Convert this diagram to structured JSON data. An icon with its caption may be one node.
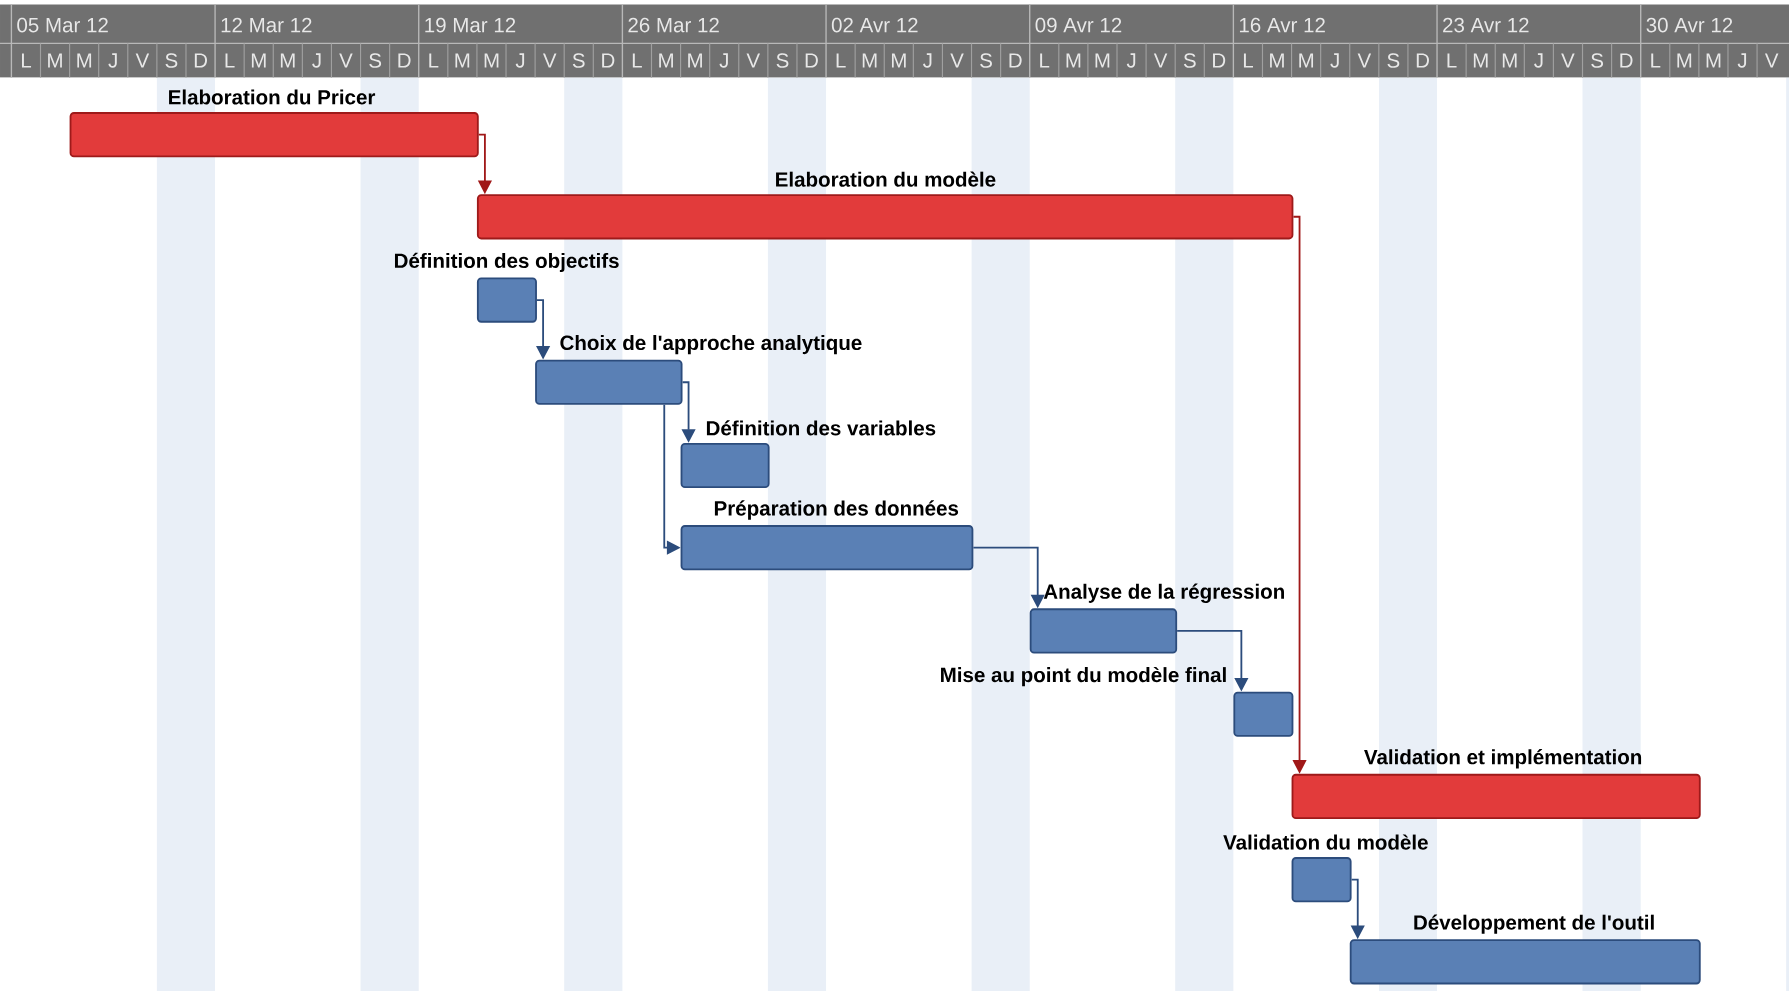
{
  "diagram": {
    "nodes": [
      {
        "text": [
          "Elaboration du Pricer"
        ]
      },
      {
        "text": [
          "Elaboration du modèle"
        ]
      },
      {
        "text": [
          "Définition des objectifs"
        ]
      },
      {
        "text": [
          "Choix de l'approche analytique"
        ]
      },
      {
        "text": [
          "Définition des variables"
        ]
      },
      {
        "text": [
          "Préparation des données"
        ]
      },
      {
        "text": [
          "Analyse de la régression"
        ]
      },
      {
        "text": [
          "Mise au point du modèle final"
        ]
      },
      {
        "text": [
          "Validation et implémentation"
        ]
      },
      {
        "text": [
          "Validation du modèle"
        ]
      },
      {
        "text": [
          "Développement de l'outil"
        ]
      }
    ],
    "edges": [
      {
        "from": 0,
        "to": 1,
        "arrow": "to",
        "color": "#a01818"
      },
      {
        "from": 1,
        "to": 8,
        "arrow": "to",
        "color": "#a01818"
      },
      {
        "from": 2,
        "to": 3,
        "arrow": "to"
      },
      {
        "from": 3,
        "to": 4,
        "arrow": "to"
      },
      {
        "from": 3,
        "to": 5,
        "arrow": "to"
      },
      {
        "from": 5,
        "to": 6,
        "arrow": "to"
      },
      {
        "from": 6,
        "to": 7,
        "arrow": "to"
      },
      {
        "from": 9,
        "to": 10,
        "arrow": "to"
      }
    ],
    "labels": [
      "05 Mar 12",
      "12 Mar 12",
      "19 Mar 12",
      "26 Mar 12",
      "02 Avr 12",
      "09 Avr 12",
      "16 Avr 12",
      "23 Avr 12",
      "30 Avr 12",
      "L",
      "M",
      "M",
      "J",
      "V",
      "S",
      "D",
      "L",
      "M",
      "M",
      "J",
      "V",
      "S",
      "D",
      "L",
      "M",
      "M",
      "J",
      "V",
      "S",
      "D",
      "L",
      "M",
      "M",
      "J",
      "V",
      "S",
      "D",
      "L",
      "M",
      "M",
      "J",
      "V",
      "S",
      "D",
      "L",
      "M",
      "M",
      "J",
      "V",
      "S",
      "D",
      "L",
      "M",
      "M",
      "J",
      "V",
      "S",
      "D",
      "L",
      "M",
      "M",
      "J",
      "V",
      "S",
      "D",
      "L",
      "M",
      "M",
      "J",
      "V"
    ]
  }
}
